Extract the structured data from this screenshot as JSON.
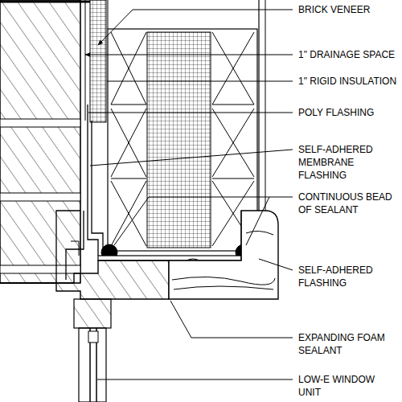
{
  "diagram": {
    "labels": [
      "BRICK VENEER",
      "1\" DRAINAGE SPACE",
      "1\" RIGID INSULATION",
      "POLY FLASHING",
      "SELF-ADHERED MEMBRANE FLASHING",
      "CONTINUOUS BEAD OF SEALANT",
      "SELF-ADHERED FLASHING",
      "EXPANDING FOAM SEALANT",
      "LOW-E WINDOW UNIT"
    ]
  }
}
